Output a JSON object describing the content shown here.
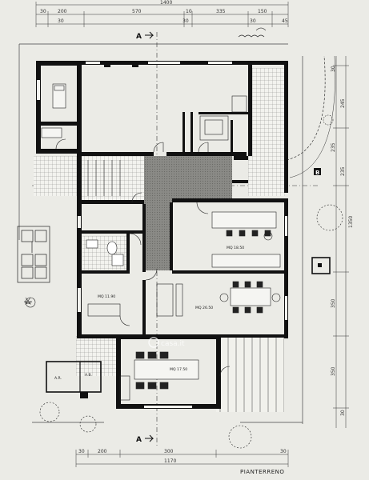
{
  "title": "PIANTERRENO",
  "section_marks": {
    "top": "A",
    "bottom": "A",
    "side": "B"
  },
  "top_dims_row1": [
    "1400"
  ],
  "top_dims_row2": [
    "30",
    "200",
    "570",
    "10",
    "335",
    "150"
  ],
  "top_dims_row3": [
    "30",
    "30",
    "30",
    "45"
  ],
  "bottom_dims_row1": [
    "30",
    "200",
    "300",
    "30"
  ],
  "bottom_dims_row2": [
    "1170"
  ],
  "right_dims": [
    "30",
    "245",
    "235",
    "235",
    "1350",
    "350",
    "350",
    "30"
  ],
  "rooms": {
    "living": "MQ 26.50",
    "kitchen": "MQ 18.50",
    "bedroom": "MQ 11.90",
    "studio": "MQ 17.50"
  },
  "wc_labels": [
    "A.R.",
    "A.B."
  ],
  "watermark": "casa.it"
}
